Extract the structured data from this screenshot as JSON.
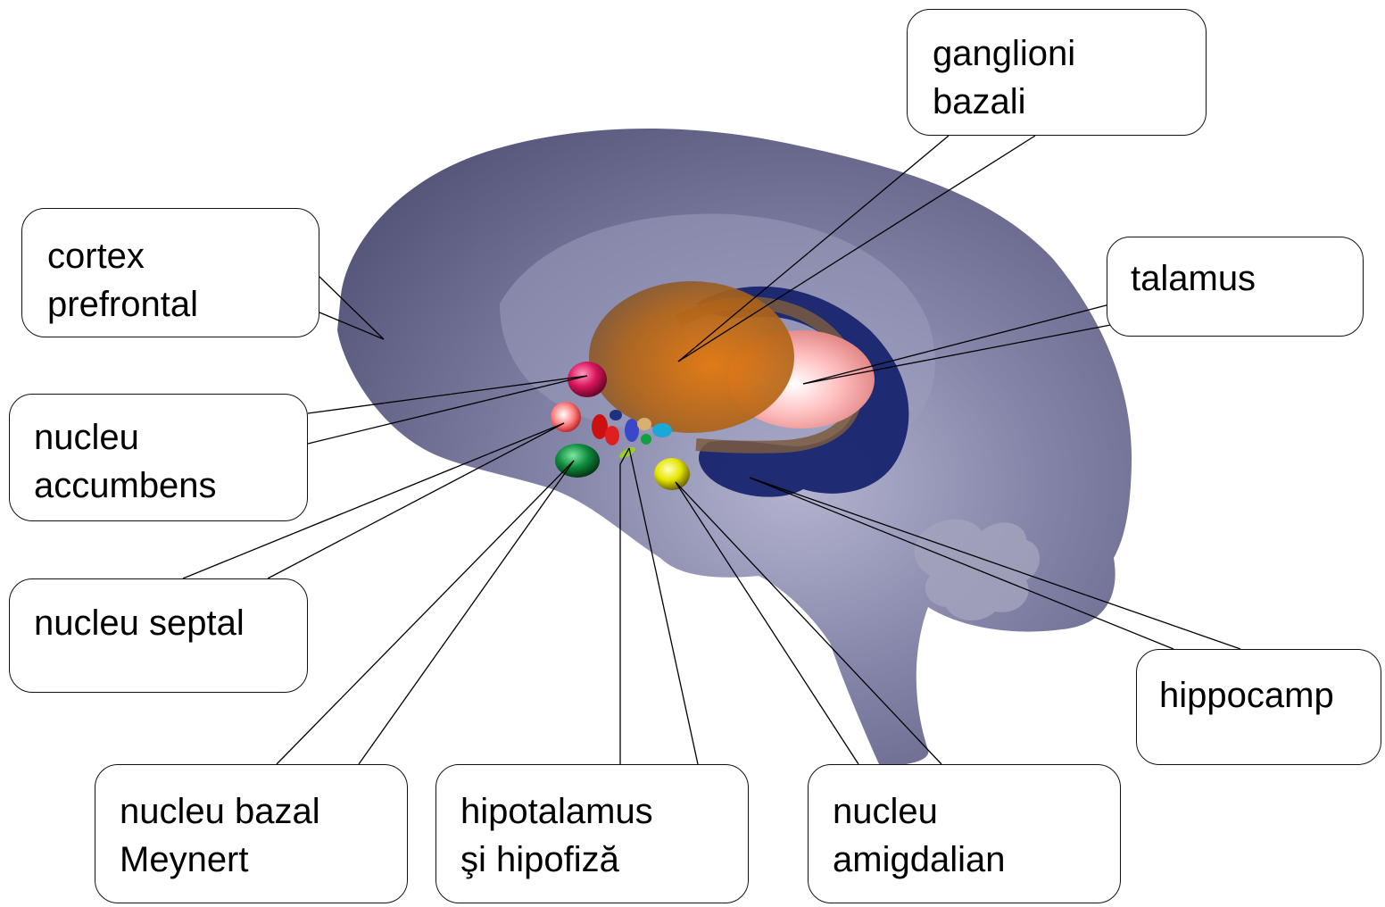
{
  "labels": {
    "ganglioni_bazali": "ganglioni\nbazali",
    "cortex_prefrontal": "cortex\nprefrontal",
    "talamus": "talamus",
    "nucleu_accumbens": "nucleu\naccumbens",
    "nucleu_septal": "nucleu septal",
    "hippocamp": "hippocamp",
    "nucleu_bazal_meynert": "nucleu bazal\nMeynert",
    "hipotalamus_hipofiza": "hipotalamus\nşi hipofiză",
    "nucleu_amigdalian": "nucleu\namigdalian"
  },
  "colors": {
    "brain_outer": "#5d5d80",
    "brain_inner": "#a6a6c4",
    "basal_ganglia": "#d9730f",
    "thalamus": "#ffb3b3",
    "hippocampus": "#17246e",
    "nucleus_accumbens": "#d9155c",
    "septal_nucleus": "#ff8080",
    "basal_nucleus_meynert": "#0f8a3c",
    "amygdala": "#e6e600",
    "cerebellum_arbor": "#9a9ab4",
    "leader_line": "#000000"
  }
}
